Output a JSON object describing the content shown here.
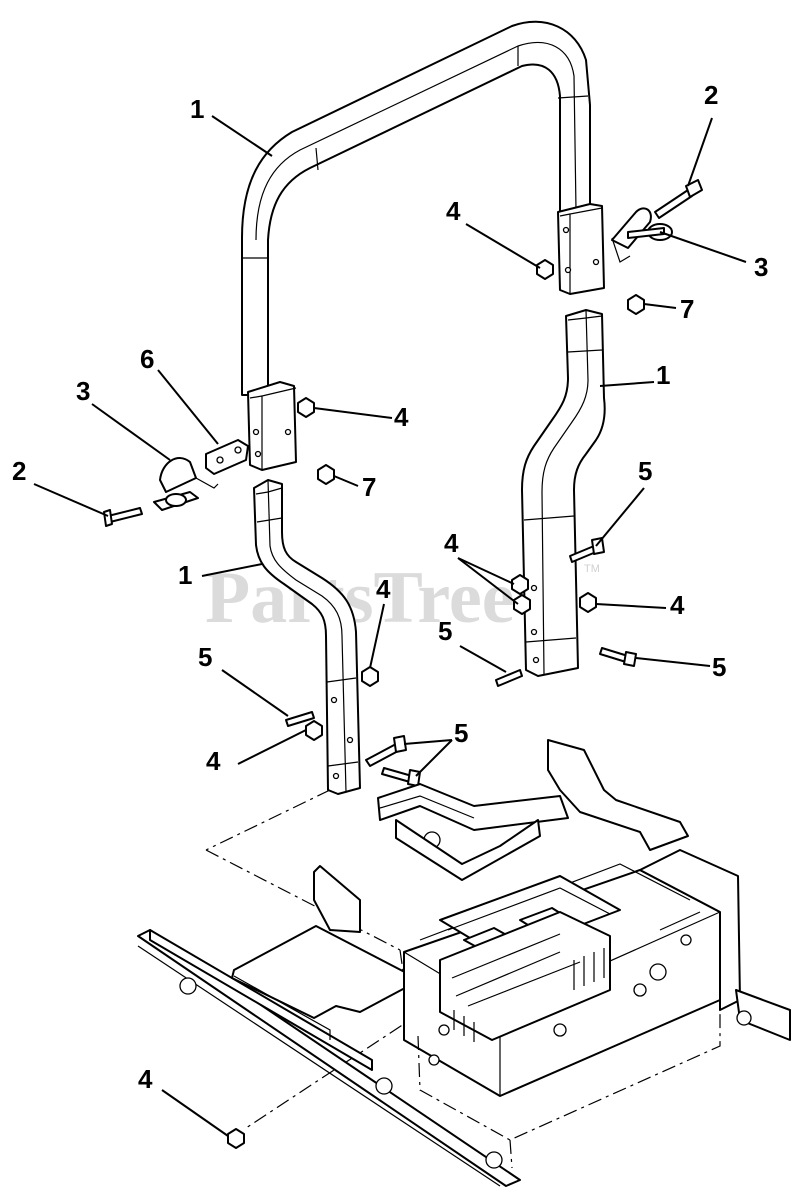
{
  "watermark": {
    "text": "PartsTree",
    "tm": "TM"
  },
  "callouts": [
    {
      "id": "c1",
      "label": "1"
    },
    {
      "id": "c2",
      "label": "2"
    },
    {
      "id": "c3",
      "label": "3"
    },
    {
      "id": "c4",
      "label": "4"
    },
    {
      "id": "c5",
      "label": "2"
    },
    {
      "id": "c6",
      "label": "3"
    },
    {
      "id": "c7",
      "label": "7"
    },
    {
      "id": "c8",
      "label": "1"
    },
    {
      "id": "c9",
      "label": "6"
    },
    {
      "id": "c10",
      "label": "3"
    },
    {
      "id": "c11",
      "label": "4"
    },
    {
      "id": "c12",
      "label": "2"
    },
    {
      "id": "c13",
      "label": "7"
    },
    {
      "id": "c14",
      "label": "5"
    },
    {
      "id": "c15",
      "label": "1"
    },
    {
      "id": "c16",
      "label": "4"
    },
    {
      "id": "c17",
      "label": "4"
    },
    {
      "id": "c18",
      "label": "4"
    },
    {
      "id": "c19",
      "label": "5"
    },
    {
      "id": "c20",
      "label": "5"
    },
    {
      "id": "c21",
      "label": "5"
    },
    {
      "id": "c22",
      "label": "4"
    },
    {
      "id": "c23",
      "label": "5"
    },
    {
      "id": "c24",
      "label": "4"
    }
  ]
}
